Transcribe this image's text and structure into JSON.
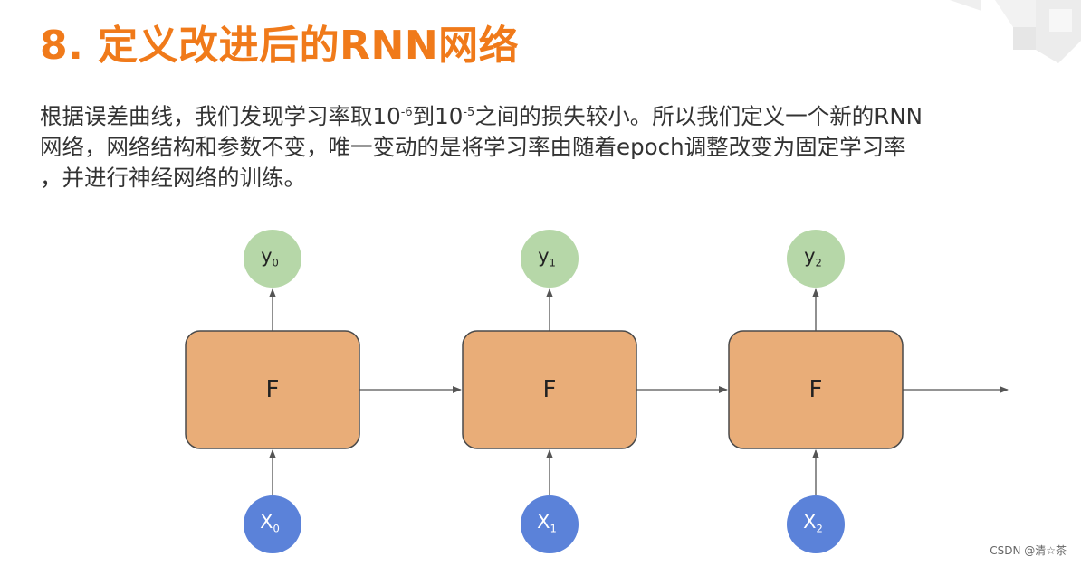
{
  "title": "8. 定义改进后的RNN网络",
  "paragraph": {
    "line1_a": "根据误差曲线，我们发现学习率取10",
    "exp1": "-6",
    "line1_b": "到10",
    "exp2": "-5",
    "line1_c": "之间的损失较小。所以我们定义一个新的RNN",
    "line2": "网络，网络结构和参数不变，唯一变动的是将学习率由随着epoch调整改变为固定学习率",
    "line3": "，并进行神经网络的训练。"
  },
  "diagram": {
    "cells": [
      {
        "label": "F",
        "input": "X",
        "input_sub": "0",
        "output": "y",
        "output_sub": "0"
      },
      {
        "label": "F",
        "input": "X",
        "input_sub": "1",
        "output": "y",
        "output_sub": "1"
      },
      {
        "label": "F",
        "input": "X",
        "input_sub": "2",
        "output": "y",
        "output_sub": "2"
      }
    ],
    "colors": {
      "cell_fill": "#e9ad78",
      "cell_stroke": "#4a4a4a",
      "output_fill": "#b6d7a8",
      "input_fill": "#5b82d9",
      "arrow": "#555555"
    }
  },
  "watermark": "CSDN @清☆茶"
}
